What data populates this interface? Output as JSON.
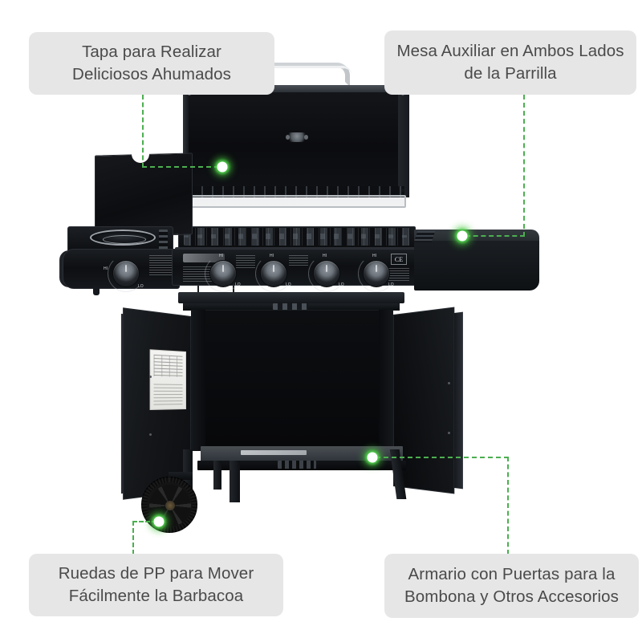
{
  "page": {
    "background_color": "#ffffff",
    "product": "gas-barbecue-grill",
    "accent_color": "#4caf50",
    "callout_box_color": "#e6e6e6",
    "callout_text_color": "#4a4a4a"
  },
  "callouts": [
    {
      "id": "lid",
      "name": "callout-lid",
      "line1": "Tapa para Realizar",
      "line2": "Deliciosos Ahumados",
      "position": "top-left",
      "target": "grill-lid"
    },
    {
      "id": "side-table",
      "name": "callout-side-table",
      "line1": "Mesa Auxiliar en Ambos Lados",
      "line2": "de la Parrilla",
      "position": "top-right",
      "target": "right-side-shelf"
    },
    {
      "id": "wheels",
      "name": "callout-wheels",
      "line1": "Ruedas de PP para Mover",
      "line2": "Fácilmente la Barbacoa",
      "position": "bottom-left",
      "target": "wheel"
    },
    {
      "id": "cabinet",
      "name": "callout-cabinet",
      "line1": "Armario con Puertas para la",
      "line2": "Bombona y Otros Accesorios",
      "position": "bottom-right",
      "target": "bottom-shelf"
    }
  ],
  "product_parts": {
    "handle_label": "lid-handle",
    "lid_label": "grill-lid",
    "warming_rack_label": "warming-rack",
    "grate_label": "cooking-grate",
    "panel_label": "control-panel",
    "side_burner_label": "side-burner",
    "right_shelf_label": "right-side-shelf",
    "cabinet_label": "cabinet",
    "left_door_label": "cabinet-door-left",
    "right_door_label": "cabinet-door-right",
    "bottom_shelf_label": "bottom-shelf",
    "wheel_label": "wheel",
    "ce_mark": "CE",
    "knob_count": 4,
    "knob_hi": "HI",
    "knob_lo": "LO"
  }
}
